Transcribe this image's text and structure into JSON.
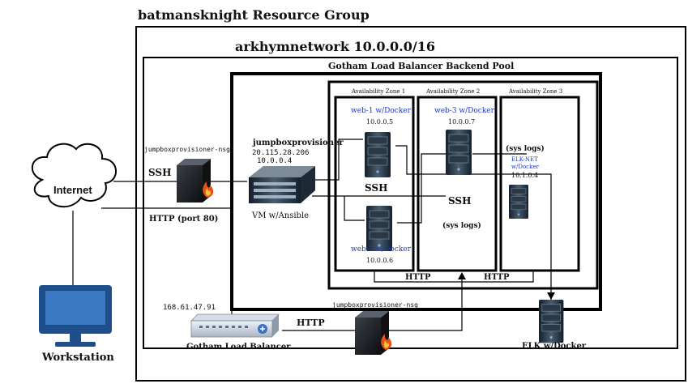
{
  "resource_group": {
    "title": "batmansknight Resource Group"
  },
  "vnet": {
    "title": "arkhymnetwork 10.0.0.0/16"
  },
  "backend_pool": {
    "title": "Gotham Load Balancer Backend Pool"
  },
  "internet": {
    "label": "Internet"
  },
  "workstation": {
    "label": "Workstation"
  },
  "nsg_top": {
    "label": "jumpboxprovisioner-nsg"
  },
  "nsg_bottom": {
    "label": "jumpboxprovisioner-nsg"
  },
  "jumpbox": {
    "name": "jumpboxprovisioner",
    "public_ip": "20.115.28.206",
    "private_ip": "10.0.0.4",
    "caption": "VM w/Ansible"
  },
  "zones": [
    "Availability Zone 1",
    "Availability Zone 2",
    "Availability Zone 3"
  ],
  "servers": {
    "web1": {
      "name": "web-1 w/Docker",
      "ip": "10.0.0.5"
    },
    "web2": {
      "name": "web-2 w/Docker",
      "ip": "10.0.0.6"
    },
    "web3": {
      "name": "web-3 w/Docker",
      "ip": "10.0.0.7"
    },
    "elk_net": {
      "name": "ELK-NET",
      "sub": "w/Docker",
      "ip": "10.1.0.4"
    },
    "elk": {
      "name": "ELK w/Docker"
    }
  },
  "load_balancer": {
    "name": "Gotham Load Balancer",
    "ip": "168.61.47.91"
  },
  "connections": {
    "ssh_internet": "SSH",
    "http_internet": "HTTP (port 80)",
    "ssh_zone1": "SSH",
    "ssh_zone2": "SSH",
    "syslogs_zone3": "(sys logs)",
    "syslogs_zone2": "(sys logs)",
    "http_pool_left": "HTTP",
    "http_pool_right": "HTTP",
    "http_lb": "HTTP"
  },
  "colors": {
    "line": "#000000",
    "server_label": "#1d39c4",
    "monitor": "#1f4e8c",
    "fire": "#e8501a"
  }
}
